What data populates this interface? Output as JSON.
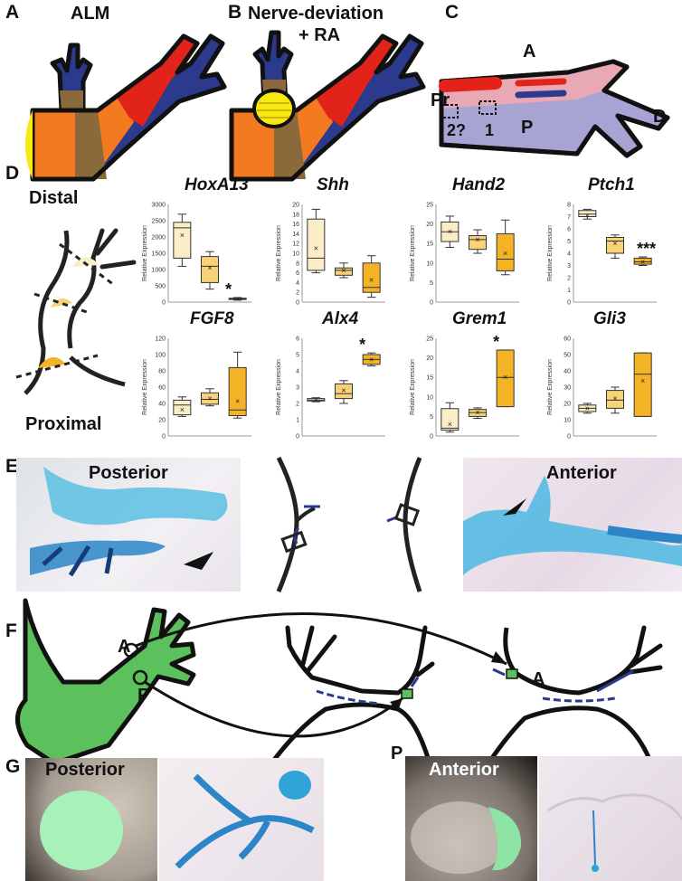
{
  "panels": {
    "A": {
      "label": "A",
      "title": "ALM"
    },
    "B": {
      "label": "B",
      "title_line1": "Nerve-deviation",
      "title_line2": "+ RA"
    },
    "C": {
      "label": "C",
      "anterior": "A",
      "posterior": "P",
      "proximal": "Pr",
      "distal": "D",
      "site1": "1",
      "site2": "2?"
    },
    "D": {
      "label": "D",
      "distal": "Distal",
      "proximal": "Proximal"
    },
    "E": {
      "label": "E",
      "posterior": "Posterior",
      "anterior": "Anterior"
    },
    "F": {
      "label": "F",
      "anterior_src": "A",
      "posterior_src": "P",
      "posterior_dst": "P",
      "anterior_dst": "A"
    },
    "G": {
      "label": "G",
      "posterior": "Posterior",
      "anterior": "Anterior"
    }
  },
  "colors": {
    "distal": "#fbeec6",
    "mid": "#f8d277",
    "proximal": "#f4b324",
    "limb_blue": "#2b3a8c",
    "limb_red": "#e2231a",
    "limb_orange": "#f47a20",
    "graft_green": "#5cc05c",
    "cartilage_blue": "#2f9fd6"
  },
  "chart_data": [
    {
      "type": "box",
      "title": "HoxA13",
      "ylabel": "Relative Expression",
      "ylim": [
        0,
        3000
      ],
      "yticks": [
        0,
        500,
        1000,
        1500,
        2000,
        2500,
        3000
      ],
      "significance": "*",
      "boxes": [
        {
          "min": 1100,
          "q1": 1350,
          "median": 2280,
          "q3": 2450,
          "max": 2700,
          "mean": 2050
        },
        {
          "min": 400,
          "q1": 600,
          "median": 1100,
          "q3": 1400,
          "max": 1550,
          "mean": 1050
        },
        {
          "min": 60,
          "q1": 80,
          "median": 100,
          "q3": 120,
          "max": 140,
          "mean": 100
        }
      ]
    },
    {
      "type": "box",
      "title": "Shh",
      "ylabel": "Relative Expression",
      "ylim": [
        0,
        20
      ],
      "yticks": [
        0,
        2,
        4,
        6,
        8,
        10,
        12,
        14,
        16,
        18,
        20
      ],
      "significance": "",
      "boxes": [
        {
          "min": 6,
          "q1": 6.5,
          "median": 9,
          "q3": 17,
          "max": 19,
          "mean": 11
        },
        {
          "min": 5,
          "q1": 5.5,
          "median": 6.5,
          "q3": 7,
          "max": 8,
          "mean": 6.5
        },
        {
          "min": 1,
          "q1": 2,
          "median": 3,
          "q3": 8,
          "max": 9.5,
          "mean": 4.5
        }
      ]
    },
    {
      "type": "box",
      "title": "Hand2",
      "ylabel": "Relative Expression",
      "ylim": [
        0,
        25
      ],
      "yticks": [
        0,
        5,
        10,
        15,
        20,
        25
      ],
      "significance": "",
      "boxes": [
        {
          "min": 14,
          "q1": 15.5,
          "median": 18,
          "q3": 20.5,
          "max": 22,
          "mean": 18
        },
        {
          "min": 12.5,
          "q1": 13.5,
          "median": 16,
          "q3": 17,
          "max": 18.5,
          "mean": 16
        },
        {
          "min": 7,
          "q1": 8,
          "median": 11,
          "q3": 17.5,
          "max": 21,
          "mean": 12.5
        }
      ]
    },
    {
      "type": "box",
      "title": "Ptch1",
      "ylabel": "Relative Expression",
      "ylim": [
        0,
        8
      ],
      "yticks": [
        0,
        1,
        2,
        3,
        4,
        5,
        6,
        7,
        8
      ],
      "significance": "***",
      "boxes": [
        {
          "min": 6.8,
          "q1": 7,
          "median": 7.2,
          "q3": 7.5,
          "max": 7.6,
          "mean": 7.1
        },
        {
          "min": 3.6,
          "q1": 4,
          "median": 5,
          "q3": 5.3,
          "max": 5.5,
          "mean": 4.8
        },
        {
          "min": 3,
          "q1": 3.1,
          "median": 3.3,
          "q3": 3.6,
          "max": 3.7,
          "mean": 3.3
        }
      ]
    },
    {
      "type": "box",
      "title": "FGF8",
      "ylabel": "Relative Expression",
      "ylim": [
        0,
        120
      ],
      "yticks": [
        0,
        20,
        40,
        60,
        80,
        100,
        120
      ],
      "significance": "",
      "boxes": [
        {
          "min": 24,
          "q1": 26,
          "median": 38,
          "q3": 44,
          "max": 48,
          "mean": 32
        },
        {
          "min": 37,
          "q1": 39,
          "median": 45,
          "q3": 53,
          "max": 58,
          "mean": 46
        },
        {
          "min": 22,
          "q1": 25,
          "median": 32,
          "q3": 84,
          "max": 103,
          "mean": 43
        }
      ]
    },
    {
      "type": "box",
      "title": "Alx4",
      "ylabel": "Relative Expression",
      "ylim": [
        0,
        6
      ],
      "yticks": [
        0,
        1,
        2,
        3,
        4,
        5,
        6
      ],
      "significance": "*",
      "boxes": [
        {
          "min": 2.1,
          "q1": 2.15,
          "median": 2.2,
          "q3": 2.3,
          "max": 2.35,
          "mean": 2.2
        },
        {
          "min": 2,
          "q1": 2.3,
          "median": 2.6,
          "q3": 3.2,
          "max": 3.4,
          "mean": 2.8
        },
        {
          "min": 4.3,
          "q1": 4.4,
          "median": 4.7,
          "q3": 5,
          "max": 5.1,
          "mean": 4.7
        }
      ]
    },
    {
      "type": "box",
      "title": "Grem1",
      "ylabel": "Relative Expression",
      "ylim": [
        0,
        25
      ],
      "yticks": [
        0,
        5,
        10,
        15,
        20,
        25
      ],
      "significance": "*",
      "boxes": [
        {
          "min": 1,
          "q1": 1.5,
          "median": 2,
          "q3": 7,
          "max": 8.5,
          "mean": 3
        },
        {
          "min": 4.5,
          "q1": 5,
          "median": 6,
          "q3": 6.8,
          "max": 7.2,
          "mean": 6
        },
        {
          "min": 7.5,
          "q1": 7.5,
          "median": 15,
          "q3": 22,
          "max": 22,
          "mean": 15
        }
      ]
    },
    {
      "type": "box",
      "title": "Gli3",
      "ylabel": "Relative Expression",
      "ylim": [
        0,
        60
      ],
      "yticks": [
        0,
        10,
        20,
        30,
        40,
        50,
        60
      ],
      "significance": "",
      "boxes": [
        {
          "min": 14,
          "q1": 15,
          "median": 17,
          "q3": 19,
          "max": 20,
          "mean": 17
        },
        {
          "min": 14,
          "q1": 17,
          "median": 22,
          "q3": 28,
          "max": 30,
          "mean": 23
        },
        {
          "min": 12,
          "q1": 12,
          "median": 38,
          "q3": 51,
          "max": 51,
          "mean": 34
        }
      ]
    }
  ]
}
